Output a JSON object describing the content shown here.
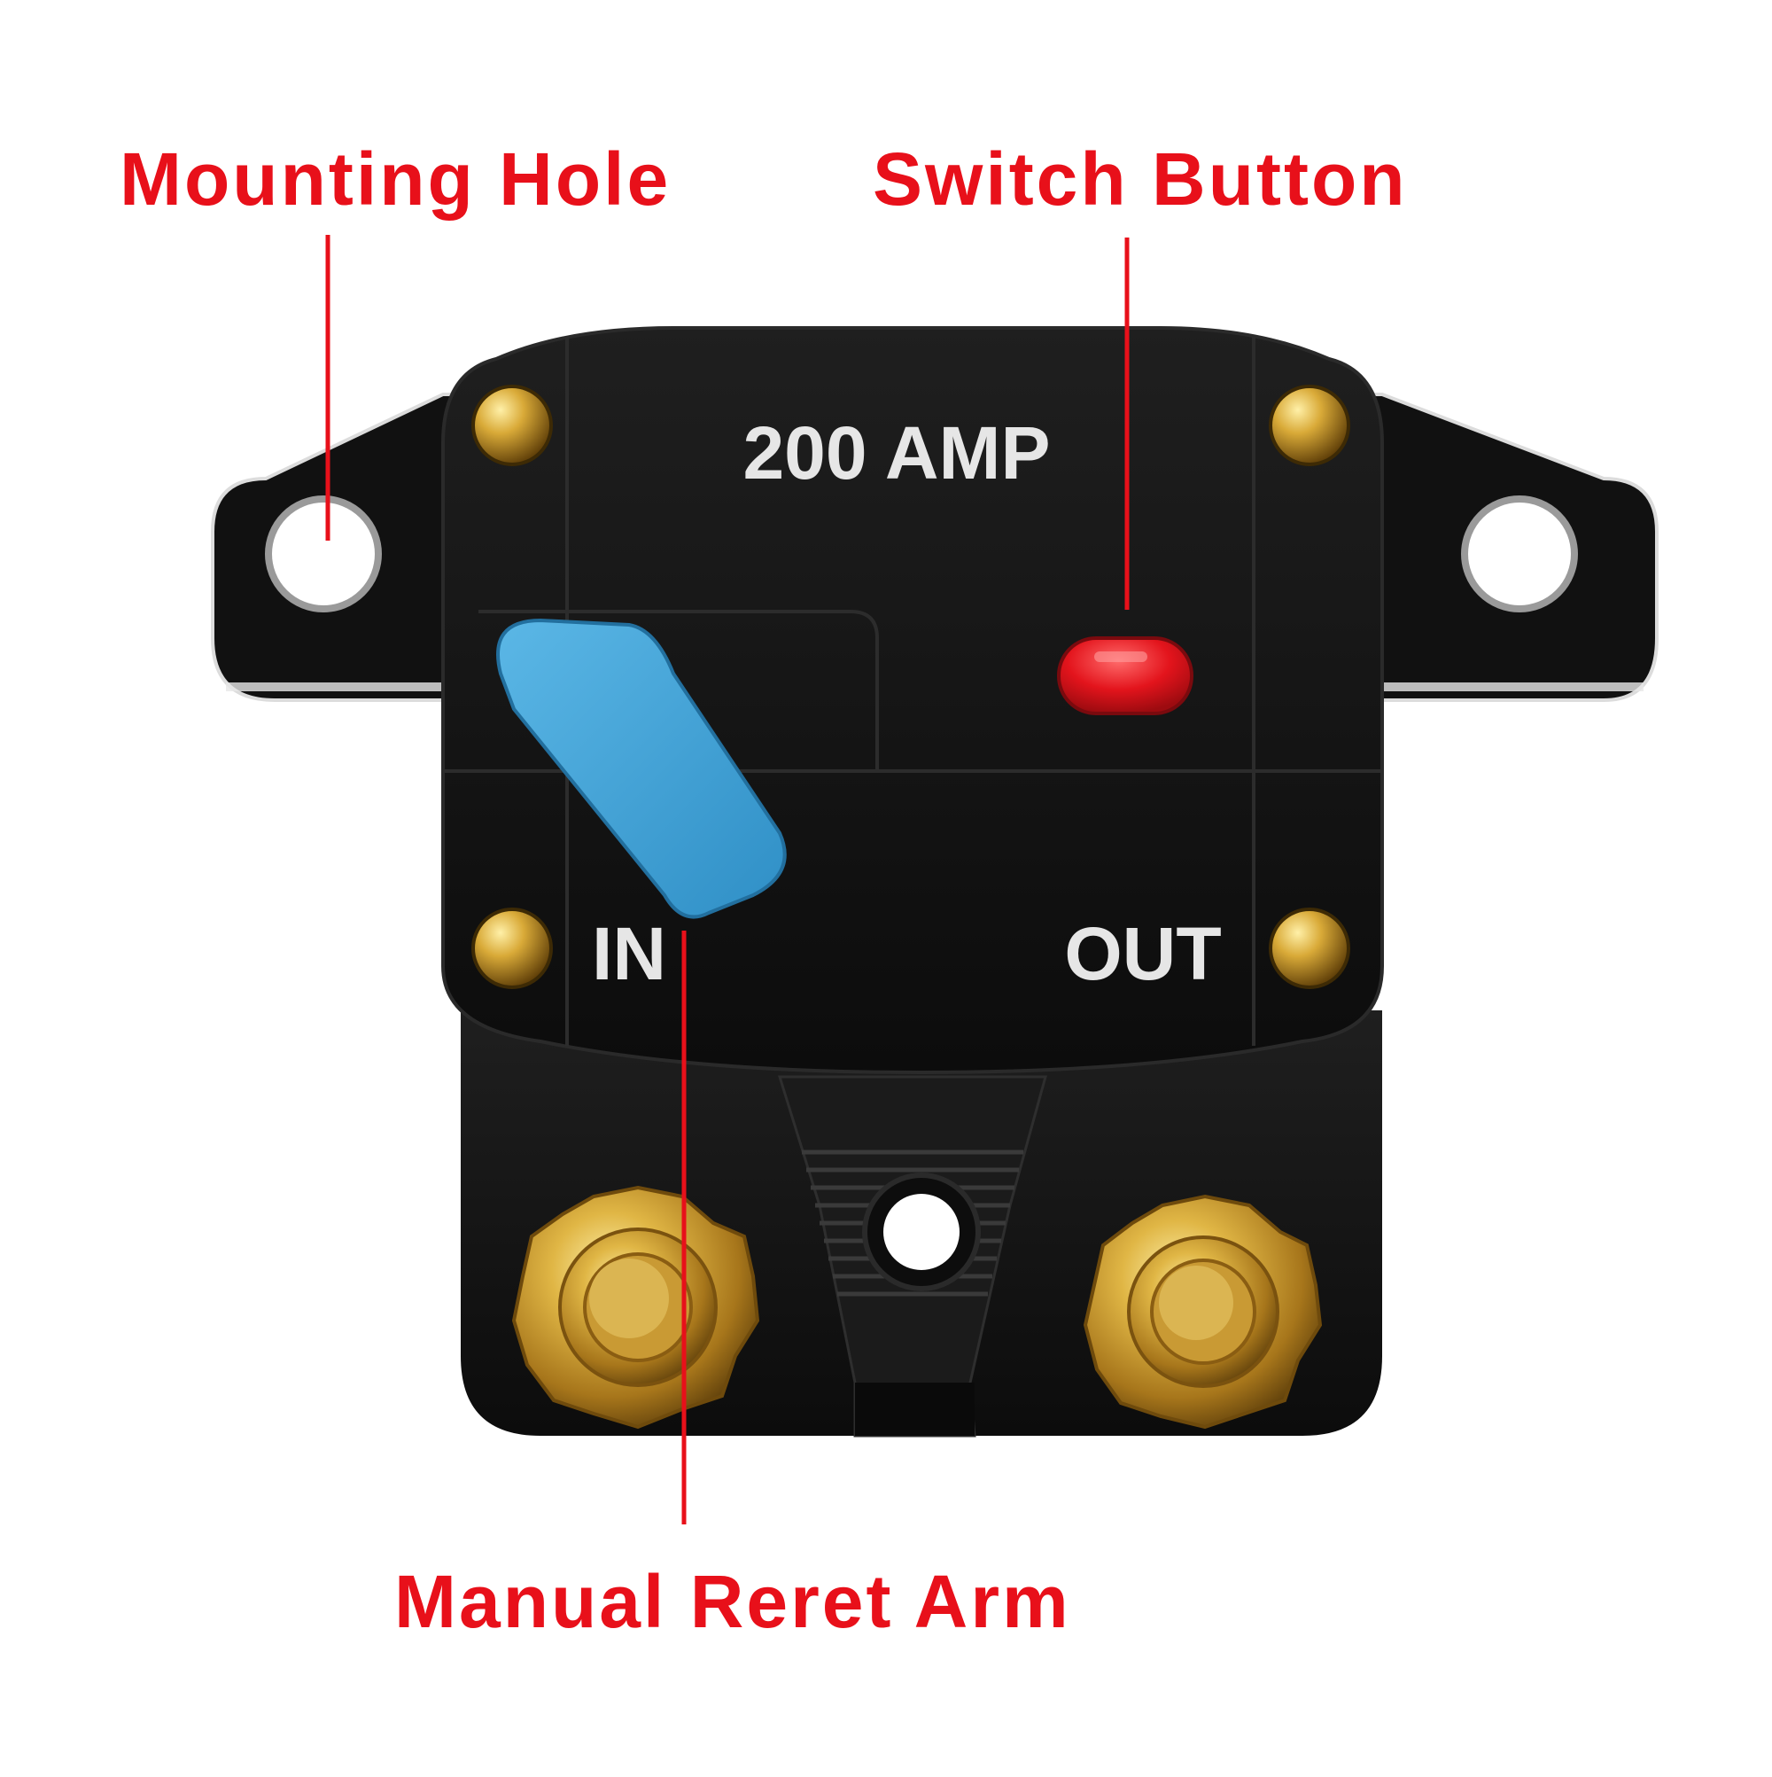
{
  "labels": {
    "mounting_hole": "Mounting Hole",
    "switch_button": "Switch Button",
    "manual_reset_arm": "Manual Reret Arm"
  },
  "device": {
    "rating": "200 AMP",
    "terminal_in": "IN",
    "terminal_out": "OUT"
  },
  "colors": {
    "callout": "#e8101a",
    "body": "#141414",
    "reset_arm": "#3aa0d6",
    "switch_button": "#e01b22",
    "brass": "#c99a2e",
    "print": "#e6e6e6"
  }
}
